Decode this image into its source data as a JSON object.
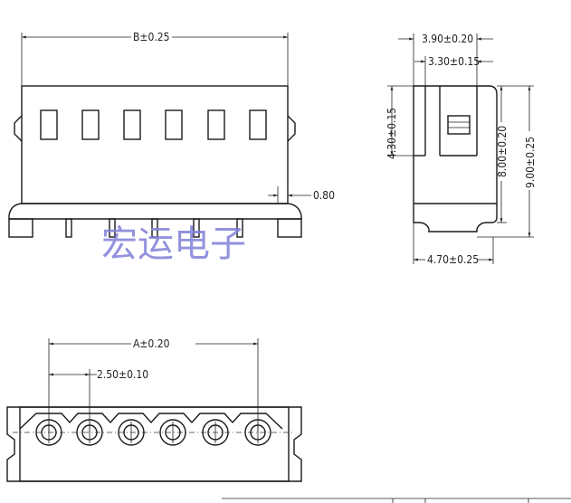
{
  "dimensions": {
    "front_width": "B±0.25",
    "front_pin": "0.80",
    "side_top_width": "3.90±0.20",
    "side_inner_width": "3.30±0.15",
    "side_upper_height": "4.30±0.15",
    "side_body_height": "8.00±0.20",
    "side_total_height": "9.00±0.25",
    "side_base_width": "4.70±0.25",
    "bottom_span": "A±0.20",
    "bottom_pitch": "2.50±0.10"
  },
  "watermark": "宏运电子"
}
